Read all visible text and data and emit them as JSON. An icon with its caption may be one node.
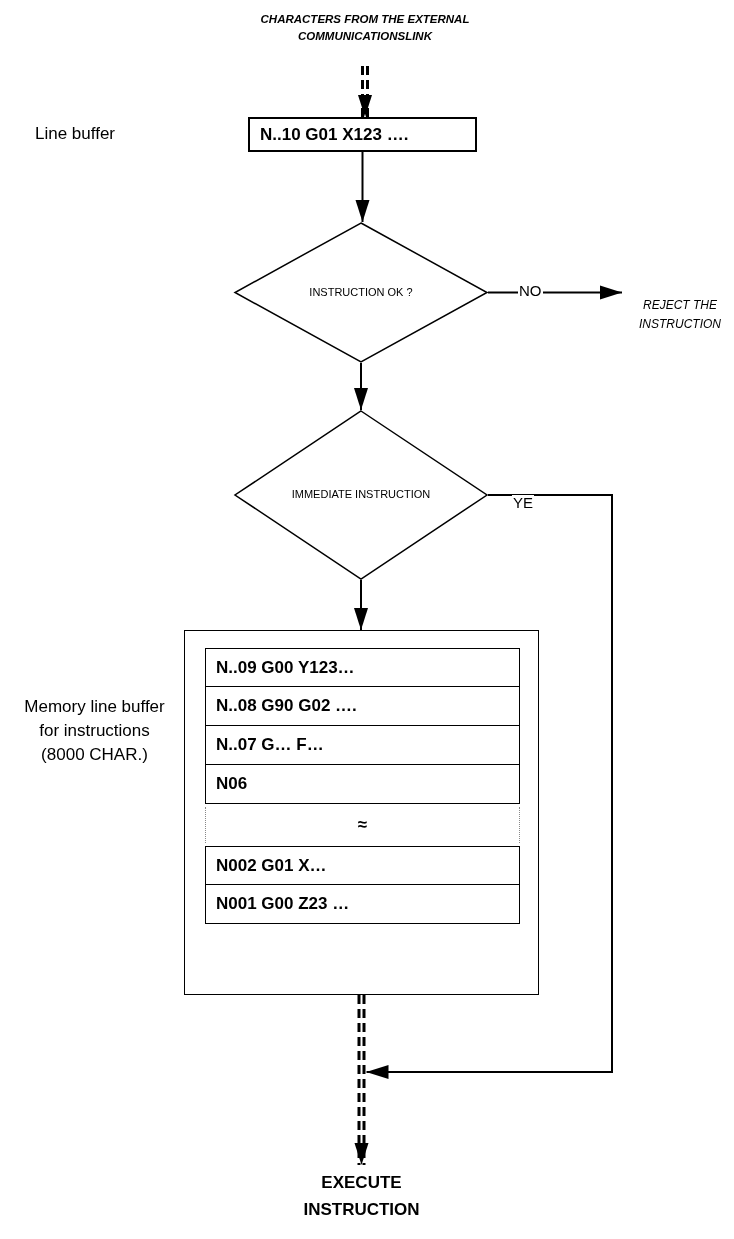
{
  "diagram": {
    "nodes": [
      {
        "text": [
          "CHARACTERS FROM THE EXTERNAL COMMUNICATIONSLINK"
        ]
      },
      {
        "text": [
          "N..10 G01 X123 …."
        ]
      },
      {
        "text": [
          "INSTRUCTION OK ?"
        ]
      },
      {
        "text": [
          "REJECT THE INSTRUCTION"
        ]
      },
      {
        "text": [
          "IMMEDIATE INSTRUCTION"
        ]
      },
      {
        "text": [],
        "shape": "box",
        "beside": [
          "Memory line buffer for instructions (8000 CHAR.)"
        ]
      },
      {
        "text": [
          "N..09 G00 Y123…"
        ],
        "in": 5
      },
      {
        "text": [
          "N..08 G90 G02 …."
        ],
        "in": 5
      },
      {
        "text": [
          "N..07 G… F…"
        ],
        "in": 5
      },
      {
        "text": [
          "N06"
        ],
        "in": 5
      },
      {
        "text": [
          "≈"
        ],
        "in": 5
      },
      {
        "text": [
          "N002 G01 X…"
        ],
        "in": 5
      },
      {
        "text": [
          "N001 G00 Z23 …"
        ],
        "in": 5
      },
      {
        "text": [
          "EXECUTE INSTRUCTION"
        ]
      }
    ],
    "edges": [
      {
        "from": 0,
        "to": 1,
        "arrow": "to",
        "style": "dashed"
      },
      {
        "from": 1,
        "to": 2,
        "arrow": "to"
      },
      {
        "from": 2,
        "to": 3,
        "arrow": "to",
        "label": "NO"
      },
      {
        "from": 2,
        "to": 4,
        "arrow": "to"
      },
      {
        "from": 4,
        "to": 5,
        "arrow": "to"
      },
      {
        "from": 4,
        "to": 13,
        "arrow": "to",
        "label": "YE"
      },
      {
        "from": 5,
        "to": 13,
        "arrow": "to",
        "style": "dashed"
      }
    ],
    "labels": [
      "Line buffer"
    ]
  }
}
